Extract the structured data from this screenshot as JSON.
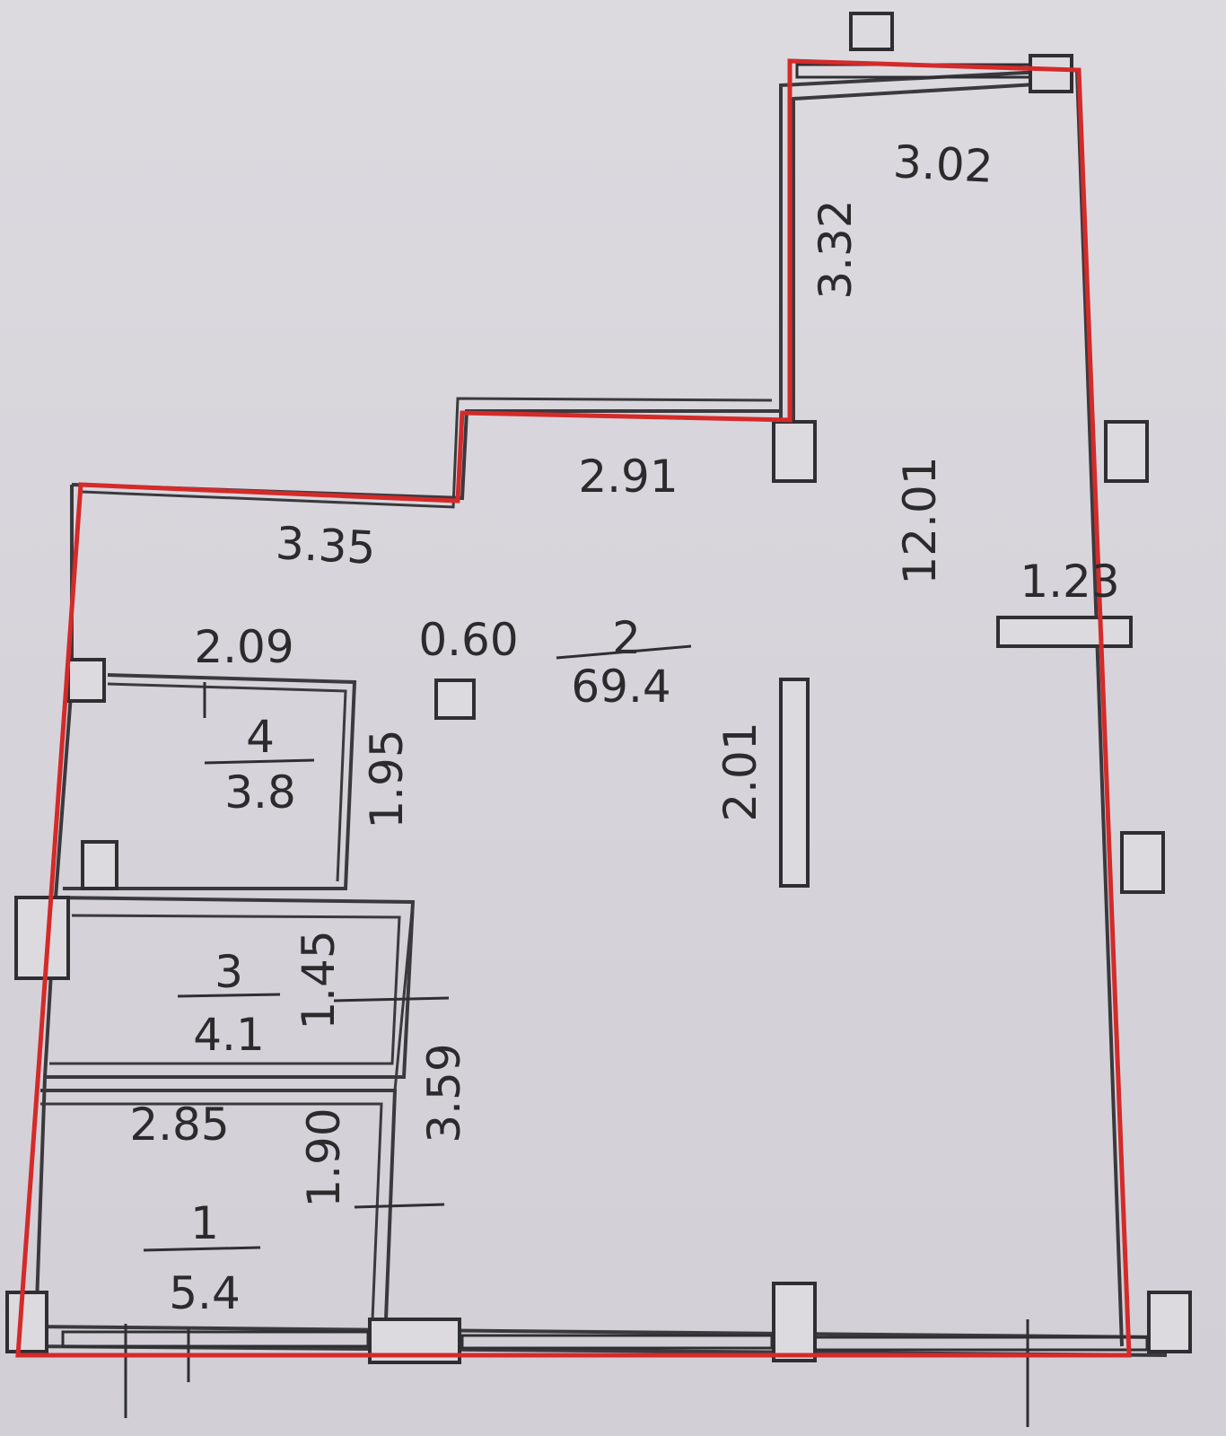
{
  "colors": {
    "paper": "#d9d7dc",
    "lines": "#2f2f33",
    "outline": "#d42a2a"
  },
  "rooms": [
    {
      "number": "1",
      "area": "5.4"
    },
    {
      "number": "2",
      "area": "69.4"
    },
    {
      "number": "3",
      "area": "4.1"
    },
    {
      "number": "4",
      "area": "3.8"
    }
  ],
  "dimensions": {
    "top_right_width": "3.02",
    "top_right_depth": "3.32",
    "step_width": "2.91",
    "left_top_width": "3.35",
    "right_side_length": "12.01",
    "niche_width": "1.23",
    "room4_width": "2.09",
    "column": "0.60",
    "room4_depth": "1.95",
    "partition_length": "2.01",
    "room3_depth": "1.45",
    "corridor_length": "3.59",
    "room1_width": "2.85",
    "room1_depth": "1.90"
  }
}
